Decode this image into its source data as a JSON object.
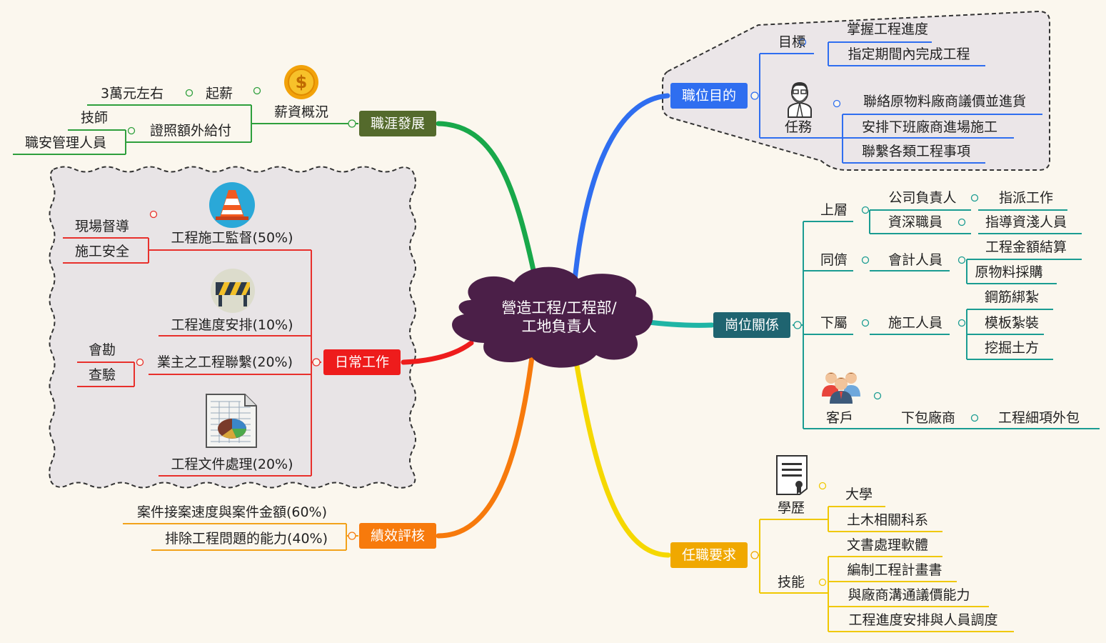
{
  "central": {
    "line1": "營造工程/工程部/",
    "line2": "工地負責人"
  },
  "colors": {
    "purpose": "#2f6ef0",
    "relation": "#1f6470",
    "requirement": "#f0a800",
    "performance": "#f77a0c",
    "daily": "#ee1c1c",
    "career": "#546a2c",
    "center": "#4b1f48"
  },
  "purpose": {
    "label": "職位目的",
    "goal": {
      "label": "目標",
      "items": [
        "掌握工程進度",
        "指定期間內完成工程"
      ]
    },
    "task": {
      "label": "任務",
      "items": [
        "聯絡原物料廠商議價並進貨",
        "安排下班廠商進場施工",
        "聯繫各類工程事項"
      ]
    }
  },
  "relation": {
    "label": "崗位關係",
    "superior": {
      "label": "上層",
      "rows": [
        {
          "role": "公司負責人",
          "duty": "指派工作"
        },
        {
          "role": "資深職員",
          "duty": "指導資淺人員"
        }
      ]
    },
    "peer": {
      "label": "同儕",
      "role": "會計人員",
      "duties": [
        "工程金額結算",
        "原物料採購"
      ]
    },
    "subordinate": {
      "label": "下屬",
      "role": "施工人員",
      "duties": [
        "鋼筋綁紮",
        "模板紮裝",
        "挖掘土方"
      ]
    },
    "client": {
      "label": "客戶",
      "role": "下包廠商",
      "duty": "工程細項外包"
    }
  },
  "requirement": {
    "label": "任職要求",
    "education": {
      "label": "學歷",
      "items": [
        "大學",
        "土木相關科系"
      ]
    },
    "skills": {
      "label": "技能",
      "items": [
        "文書處理軟體",
        "編制工程計畫書",
        "與廠商溝通議價能力",
        "工程進度安排與人員調度"
      ]
    }
  },
  "performance": {
    "label": "績效評核",
    "items": [
      "案件接案速度與案件金額(60%)",
      "排除工程問題的能力(40%)"
    ]
  },
  "daily": {
    "label": "日常工作",
    "supervision": {
      "label": "工程施工監督(50%)",
      "items": [
        "現場督導",
        "施工安全"
      ]
    },
    "schedule": {
      "label": "工程進度安排(10%)"
    },
    "owner": {
      "label": "業主之工程聯繫(20%)",
      "items": [
        "會勘",
        "查驗"
      ]
    },
    "docs": {
      "label": "工程文件處理(20%)"
    }
  },
  "career": {
    "label": "職涯發展",
    "salary": {
      "label": "薪資概況",
      "start": {
        "label": "起薪",
        "value": "3萬元左右"
      },
      "cert": {
        "label": "證照額外給付",
        "items": [
          "技師",
          "職安管理人員"
        ]
      }
    },
    "icons": {
      "coin_symbol": "$"
    }
  }
}
